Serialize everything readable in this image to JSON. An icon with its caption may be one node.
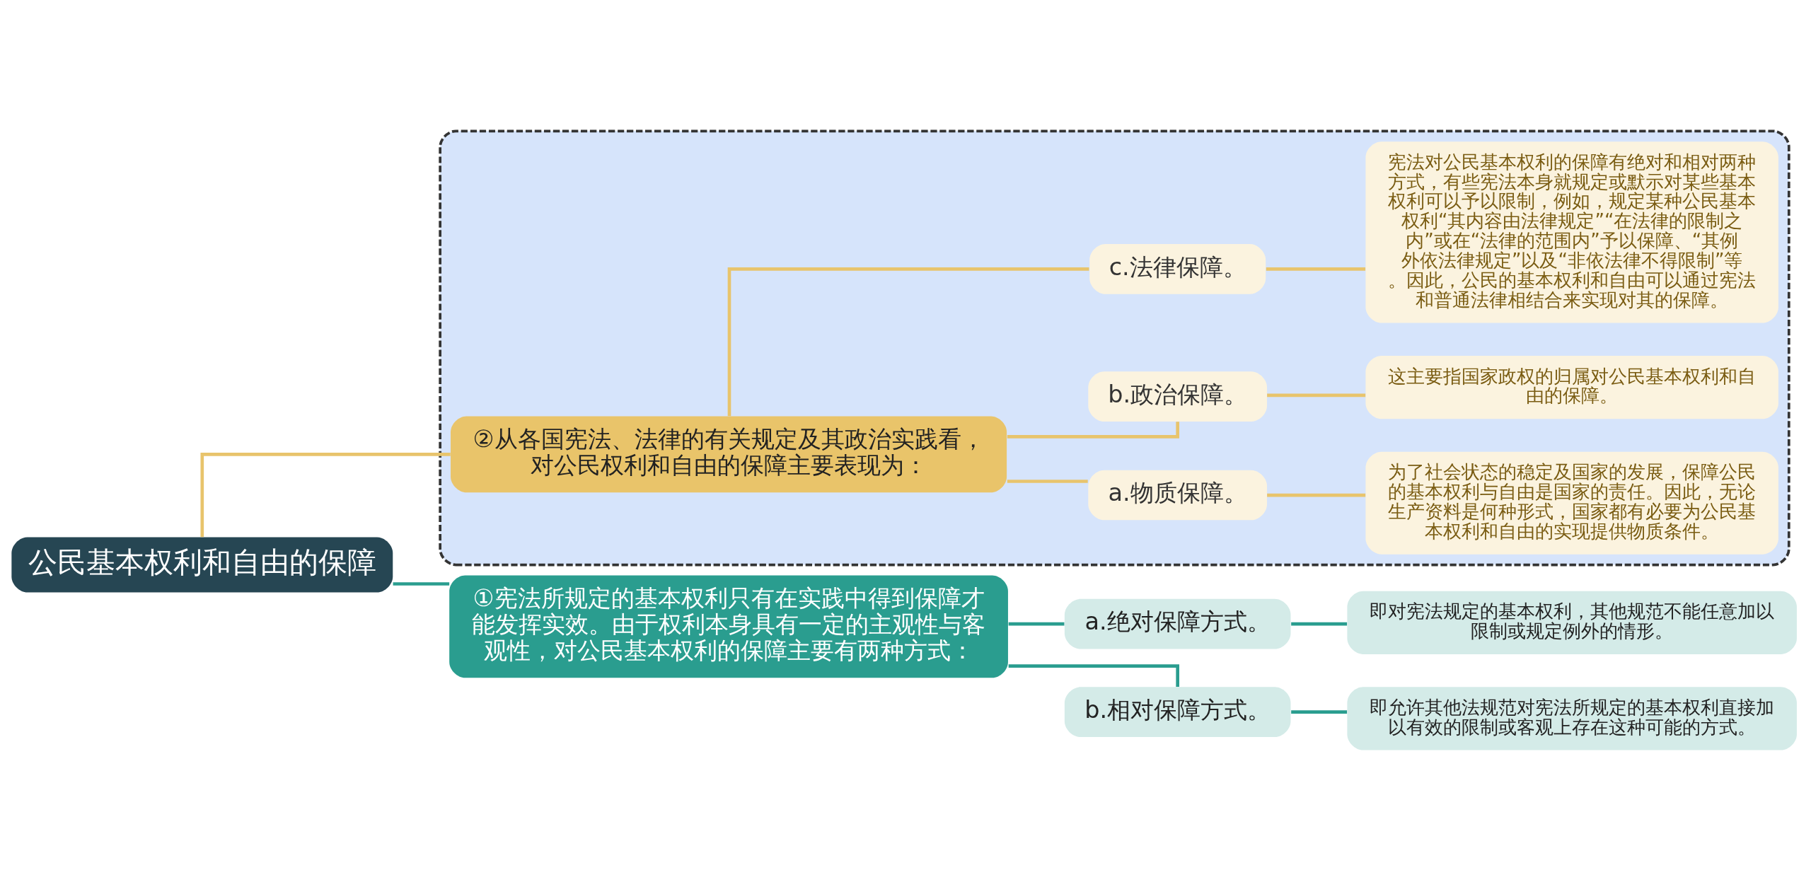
{
  "diagram": {
    "nodes": [
      {
        "text": [
          "公民基本权利和自由的保障"
        ]
      },
      {
        "text": [
          "①宪法所规定的基本权利只有在实践中得到保障才能发挥实效。由于权利本身具有一定的主观性与客观性，对公民基本权利的保障主要有两种方式："
        ]
      },
      {
        "text": [
          "a.绝对保障方式。"
        ]
      },
      {
        "text": [
          "即对宪法规定的基本权利，其他规范不能任意加以限制或规定例外的情形。"
        ]
      },
      {
        "text": [
          "b.相对保障方式。"
        ]
      },
      {
        "text": [
          "即允许其他法规范对宪法所规定的基本权利直接加以有效的限制或客观上存在这种可能的方式。"
        ]
      },
      {
        "text": [],
        "shape": "box"
      },
      {
        "text": [
          "②从各国宪法、法律的有关规定及其政治实践看，对公民权利和自由的保障主要表现为："
        ],
        "in": 6
      },
      {
        "text": [
          "a.物质保障。"
        ],
        "in": 6
      },
      {
        "text": [
          "为了社会状态的稳定及国家的发展，保障公民的基本权利与自由是国家的责任。因此，无论生产资料是何种形式，国家都有必要为公民基本权利和自由的实现提供物质条件。"
        ],
        "in": 6
      },
      {
        "text": [
          "b.政治保障。"
        ],
        "in": 6
      },
      {
        "text": [
          "这主要指国家政权的归属对公民基本权利和自由的保障。"
        ],
        "in": 6
      },
      {
        "text": [
          "c.法律保障。"
        ],
        "in": 6
      },
      {
        "text": [
          "宪法对公民基本权利的保障有绝对和相对两种方式，有些宪法本身就规定或默示对某些基本权利可以予以限制，例如，规定某种公民基本权利“其内容由法律规定”“在法律的限制之内”或在“法律的范围内”予以保障、“其例外依法律规定”以及“非依法律不得限制”等。因此，公民的基本权利和自由可以通过宪法和普通法律相结合来实现对其的保障。"
        ],
        "in": 6
      }
    ],
    "edges": [
      {
        "from": 0,
        "to": 1,
        "arrow": "none",
        "color": "#2a9d8f"
      },
      {
        "from": 1,
        "to": 2,
        "arrow": "none",
        "color": "#2a9d8f"
      },
      {
        "from": 2,
        "to": 3,
        "arrow": "none",
        "color": "#2a9d8f"
      },
      {
        "from": 1,
        "to": 4,
        "arrow": "none",
        "color": "#2a9d8f"
      },
      {
        "from": 4,
        "to": 5,
        "arrow": "none",
        "color": "#2a9d8f"
      },
      {
        "from": 0,
        "to": 7,
        "arrow": "none"
      },
      {
        "from": 7,
        "to": 8,
        "arrow": "none"
      },
      {
        "from": 8,
        "to": 9,
        "arrow": "none"
      },
      {
        "from": 7,
        "to": 10,
        "arrow": "none"
      },
      {
        "from": 10,
        "to": 11,
        "arrow": "none"
      },
      {
        "from": 7,
        "to": 12,
        "arrow": "none"
      },
      {
        "from": 12,
        "to": 13,
        "arrow": "none"
      }
    ]
  }
}
